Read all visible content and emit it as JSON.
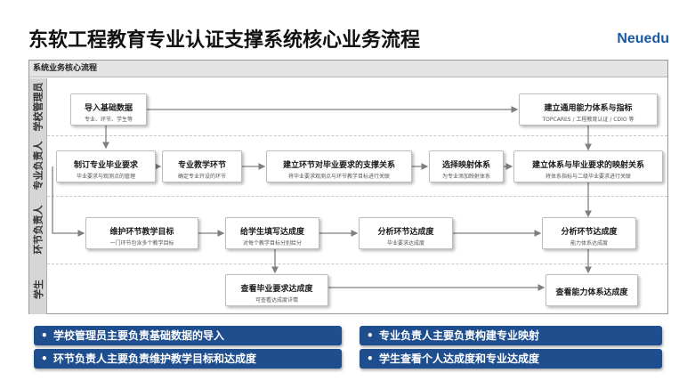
{
  "header": {
    "title": "东软工程教育专业认证支撑系统核心业务流程",
    "brand": "Neuedu"
  },
  "diagram": {
    "panel_title": "系统业务核心流程",
    "lanes": [
      {
        "label": "学校管理员"
      },
      {
        "label": "专业负责人"
      },
      {
        "label": "环节负责人"
      },
      {
        "label": "学生"
      }
    ],
    "nodes": {
      "import_data": {
        "title": "导入基础数据",
        "sub": "专业、环节、学生等"
      },
      "build_ability": {
        "title": "建立通用能力体系与指标",
        "sub": "TOPCARES / 工程教育认证 / CDIO 等"
      },
      "set_requirements": {
        "title": "制订专业毕业要求",
        "sub": "毕业要求与观测点的管理"
      },
      "teaching_links": {
        "title": "专业教学环节",
        "sub": "确定专业开设的环节"
      },
      "support_relation": {
        "title": "建立环节对毕业要求的支撑关系",
        "sub": "将毕业要求观测点与环节教学目标进行关联"
      },
      "choose_mapping": {
        "title": "选择映射体系",
        "sub": "为专业添加映射体系"
      },
      "system_mapping": {
        "title": "建立体系与毕业要求的映射关系",
        "sub": "将体系指标与二级毕业要求进行关联"
      },
      "maintain_goals": {
        "title": "维护环节教学目标",
        "sub": "一门环节包含多个教学目标"
      },
      "fill_degree": {
        "title": "给学生填写达成度",
        "sub": "对每个教学目标分别给分"
      },
      "analyze_link": {
        "title": "分析环节达成度",
        "sub": "毕业要求达成度"
      },
      "analyze_ability": {
        "title": "分析环节达成度",
        "sub": "能力体系达成度"
      },
      "view_requirement": {
        "title": "查看毕业要求达成度",
        "sub": "可查看达成度详情"
      },
      "view_ability": {
        "title": "查看能力体系达成度",
        "sub": ""
      }
    }
  },
  "summary": {
    "bullet": "•",
    "items": [
      "学校管理员主要负责基础数据的导入",
      "专业负责人主要负责构建专业映射",
      "环节负责人主要负责维护教学目标和达成度",
      "学生查看个人达成度和专业达成度"
    ]
  },
  "colors": {
    "pill_background": "#1f4e8f",
    "brand": "#1b5aa0",
    "lane_label_background": "#d6d6d6",
    "arrow": "#7f7f7f"
  }
}
